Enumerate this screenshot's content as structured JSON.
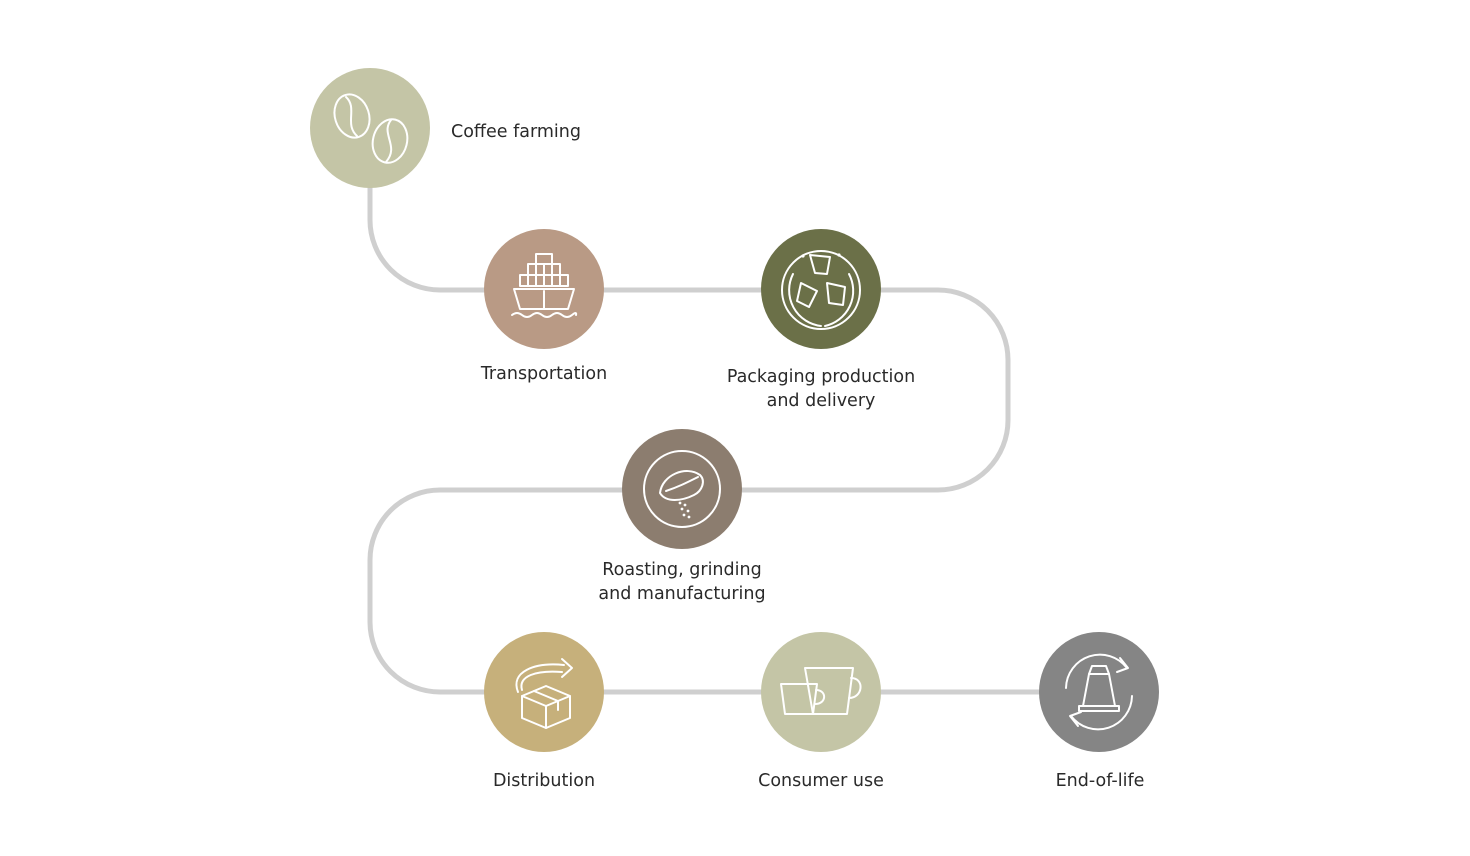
{
  "colors": {
    "connector": "#cfcfcf",
    "farming": "#c4c5a6",
    "transportation": "#b99a85",
    "packaging": "#6b7048",
    "roasting": "#8c7d6f",
    "distribution": "#c6b07b",
    "consumer": "#c4c5a6",
    "end_of_life": "#858585",
    "icon_stroke": "#ffffff",
    "text": "#2a2a2a"
  },
  "steps": [
    {
      "id": "farming",
      "icon": "coffee-beans-icon",
      "lines": [
        "Coffee farming"
      ]
    },
    {
      "id": "transportation",
      "icon": "cargo-ship-icon",
      "lines": [
        "Transportation"
      ]
    },
    {
      "id": "packaging",
      "icon": "capsules-icon",
      "lines": [
        "Packaging production",
        "and delivery"
      ]
    },
    {
      "id": "roasting",
      "icon": "ground-coffee-bean-icon",
      "lines": [
        "Roasting, grinding",
        "and manufacturing"
      ]
    },
    {
      "id": "distribution",
      "icon": "box-arrow-icon",
      "lines": [
        "Distribution"
      ]
    },
    {
      "id": "consumer",
      "icon": "coffee-cups-icon",
      "lines": [
        "Consumer use"
      ]
    },
    {
      "id": "end_of_life",
      "icon": "capsule-recycle-icon",
      "lines": [
        "End-of-life"
      ]
    }
  ]
}
